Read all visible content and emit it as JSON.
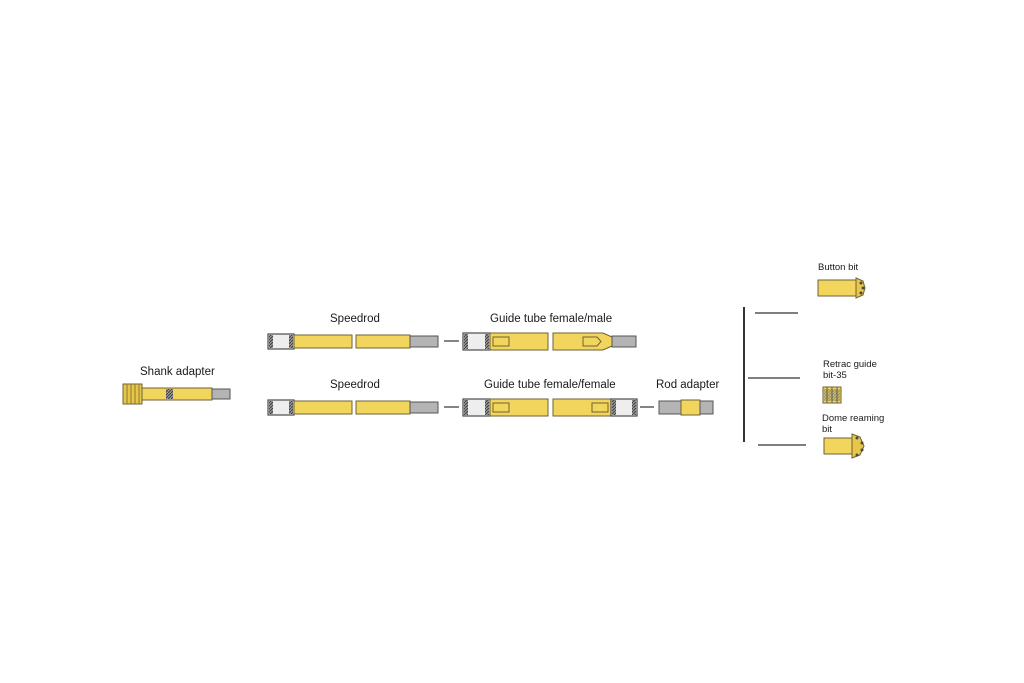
{
  "labels": {
    "shank_adapter": "Shank adapter",
    "speedrod_top": "Speedrod",
    "speedrod_bottom": "Speedrod",
    "guide_tube_fm": "Guide tube female/male",
    "guide_tube_ff": "Guide tube female/female",
    "rod_adapter": "Rod adapter",
    "button_bit": "Button bit",
    "retrac_line1": "Retrac guide",
    "retrac_line2": "bit-35",
    "dome_line1": "Dome reaming",
    "dome_line2": "bit"
  },
  "colors": {
    "rod_yellow": "#f2d55c",
    "rod_outline": "#6e6236",
    "thread_grey": "#b4b4b4",
    "dark_grey": "#4a4a4a",
    "line": "#333333"
  }
}
